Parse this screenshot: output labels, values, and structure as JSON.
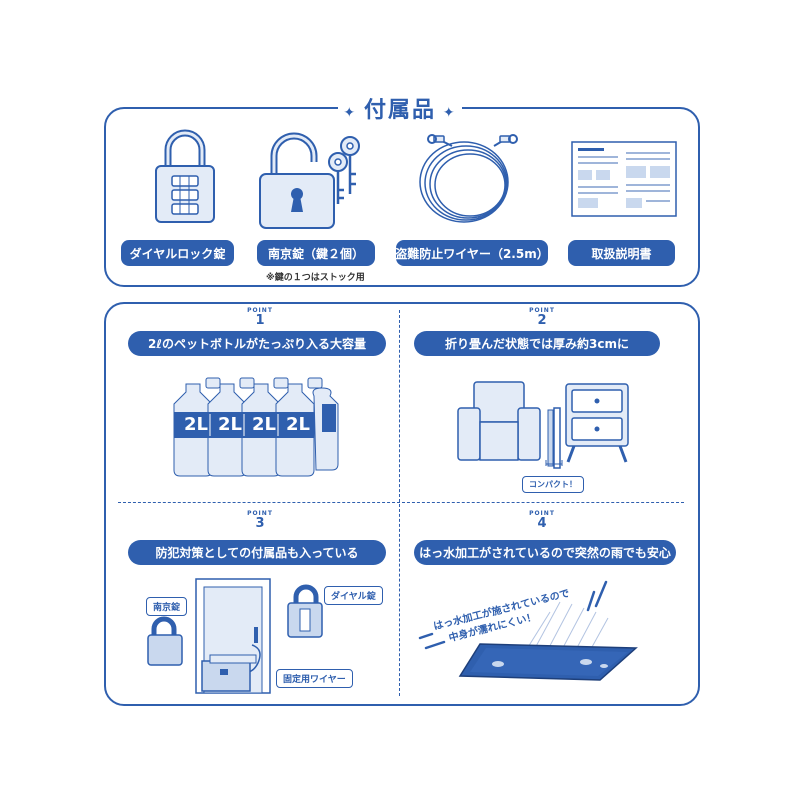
{
  "accessories": {
    "title": "付属品",
    "items": [
      {
        "label": "ダイヤルロック錠",
        "icon": "dial-lock-icon"
      },
      {
        "label": "南京錠（鍵２個）",
        "icon": "padlock-with-keys-icon"
      },
      {
        "label": "盗難防止ワイヤー（2.5m）",
        "icon": "wire-coil-icon"
      },
      {
        "label": "取扱説明書",
        "icon": "manual-icon"
      }
    ],
    "note": "※鍵の１つはストック用"
  },
  "points": [
    {
      "point_label": "POINT",
      "number": "1",
      "headline": "2ℓのペットボトルがたっぷり入る大容量",
      "bottle_label": "2L"
    },
    {
      "point_label": "POINT",
      "number": "2",
      "headline": "折り畳んだ状態では厚み約3cmに",
      "tag": "コンパクト！"
    },
    {
      "point_label": "POINT",
      "number": "3",
      "headline": "防犯対策としての付属品も入っている",
      "tags": {
        "padlock": "南京錠",
        "dial": "ダイヤル錠",
        "wire": "固定用ワイヤー"
      }
    },
    {
      "point_label": "POINT",
      "number": "4",
      "headline": "はっ水加工がされているので突然の雨でも安心",
      "caption_line1": "はっ水加工が施されているので",
      "caption_line2": "中身が濡れにくい！"
    }
  ],
  "colors": {
    "primary": "#2f5fae",
    "light": "#e3ebf7",
    "mid": "#c9d8ee"
  }
}
